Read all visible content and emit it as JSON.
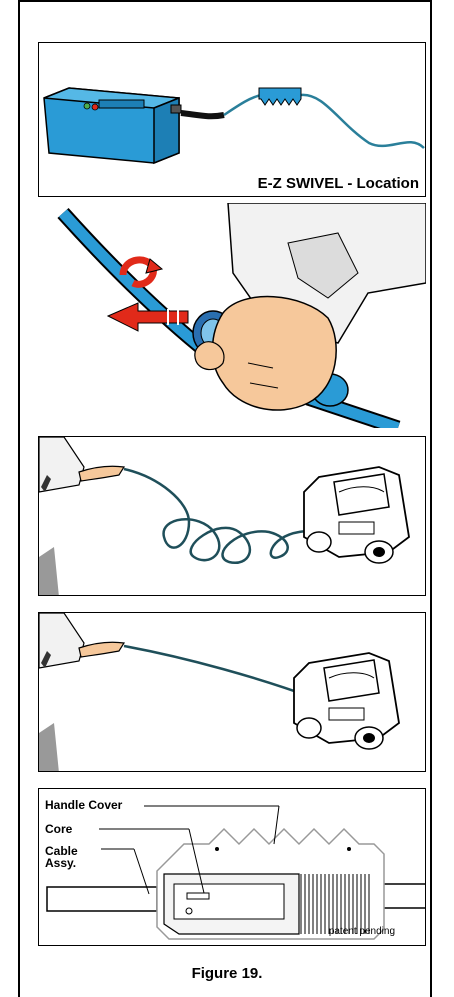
{
  "panel1": {
    "location_label": "E-Z SWIVEL - Location"
  },
  "panel5": {
    "callouts": {
      "handle_cover": "Handle Cover",
      "core": "Core",
      "cable_line1": "Cable",
      "cable_line2": "Assy."
    },
    "patent_note": "patent pending"
  },
  "caption": "Figure 19.",
  "colors": {
    "cable_blue": "#2a9bd6",
    "dark_teal": "#1f4f5a",
    "swivel_red": "#e12a1a",
    "skin": "#f6c89b"
  }
}
